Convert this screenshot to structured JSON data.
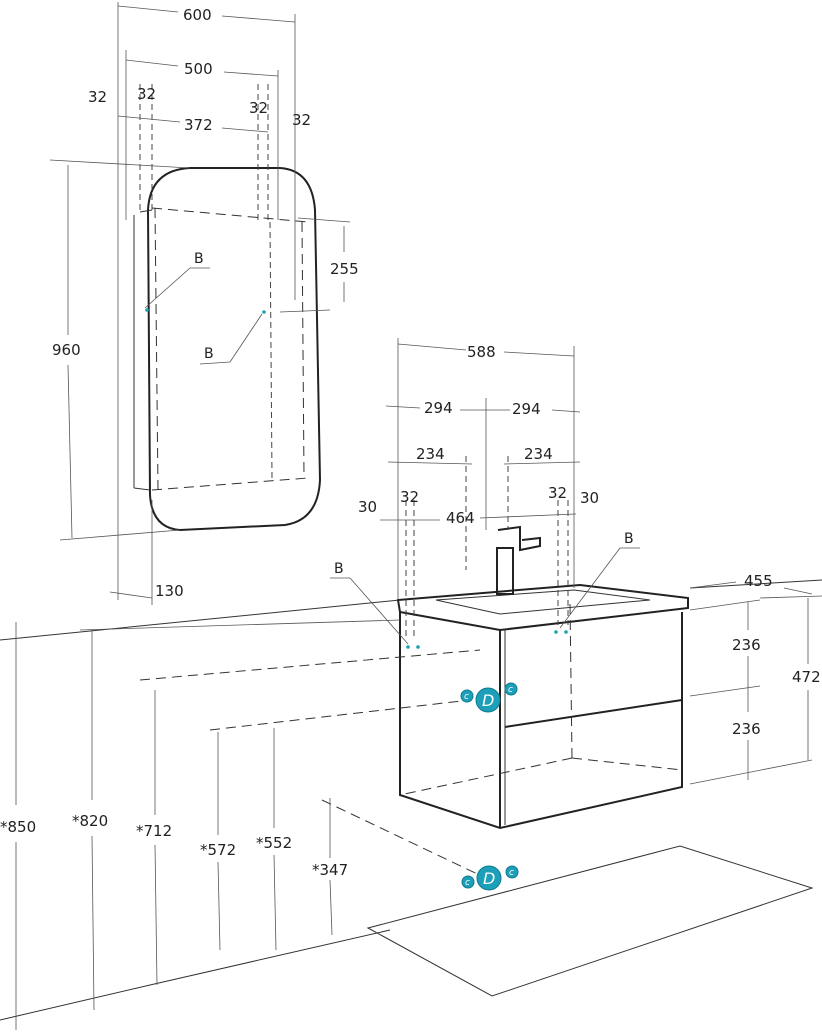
{
  "mirror": {
    "width_total": "600",
    "width_inner": "500",
    "side_left": "32",
    "side_left_inner": "32",
    "width_mount": "372",
    "side_right_inner": "32",
    "side_right": "32",
    "height": "960",
    "top_offset": "255",
    "depth": "130",
    "callout_b_upper": "B",
    "callout_b_lower": "B"
  },
  "vanity": {
    "width": "588",
    "half_left": "294",
    "half_right": "294",
    "inner_left": "234",
    "inner_right": "234",
    "edge_left": "30",
    "hole_left": "32",
    "mount_span": "464",
    "hole_right": "32",
    "edge_right": "30",
    "depth": "455",
    "drawer_top": "236",
    "drawer_bottom": "236",
    "height": "472",
    "callout_b_left": "B",
    "callout_b_right": "B"
  },
  "heights": {
    "h850": "*850",
    "h820": "*820",
    "h712": "*712",
    "h572": "*572",
    "h552": "*552",
    "h347": "*347"
  },
  "markers": {
    "drain_letter": "D",
    "connector_letter": "c"
  }
}
